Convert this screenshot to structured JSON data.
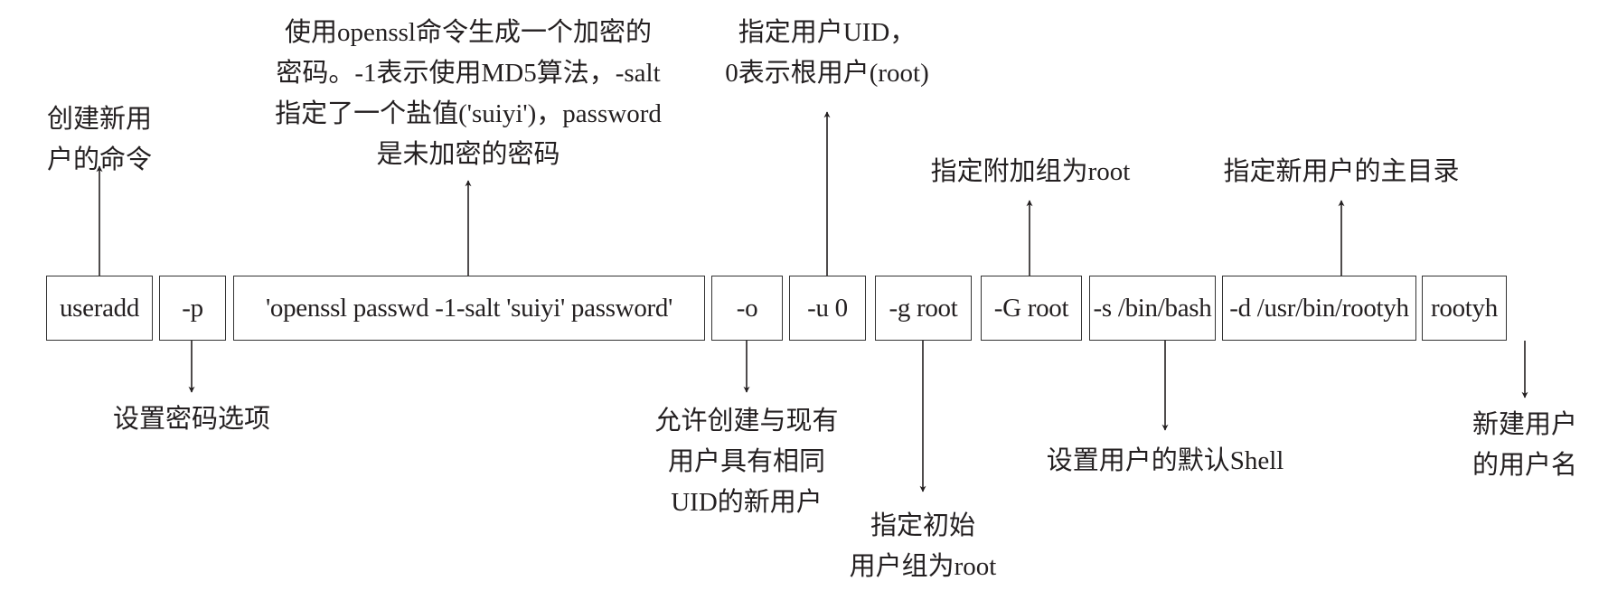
{
  "diagram": {
    "type": "command-annotation",
    "command_parts": [
      {
        "id": "useradd",
        "label": "useradd"
      },
      {
        "id": "p",
        "label": "-p"
      },
      {
        "id": "openssl",
        "label": "'openssl passwd -1-salt 'suiyi' password'"
      },
      {
        "id": "o",
        "label": "-o"
      },
      {
        "id": "u",
        "label": "-u 0"
      },
      {
        "id": "g",
        "label": "-g root"
      },
      {
        "id": "G",
        "label": "-G root"
      },
      {
        "id": "s",
        "label": "-s /bin/bash"
      },
      {
        "id": "d",
        "label": "-d /usr/bin/rootyh"
      },
      {
        "id": "name",
        "label": "rootyh"
      }
    ],
    "annotations": {
      "useradd": {
        "direction": "up",
        "lines": [
          "创建新用",
          "户的命令"
        ]
      },
      "p": {
        "direction": "down",
        "lines": [
          "设置密码选项"
        ]
      },
      "openssl": {
        "direction": "up",
        "lines": [
          "使用openssl命令生成一个加密的",
          "密码。-1表示使用MD5算法，-salt",
          "指定了一个盐值('suiyi')，password",
          "是未加密的密码"
        ]
      },
      "o": {
        "direction": "down",
        "lines": [
          "允许创建与现有",
          "用户具有相同",
          "UID的新用户"
        ]
      },
      "u": {
        "direction": "up",
        "lines": [
          "指定用户UID，",
          "0表示根用户(root)"
        ]
      },
      "g": {
        "direction": "down",
        "lines": [
          "指定初始",
          "用户组为root"
        ]
      },
      "G": {
        "direction": "up",
        "lines": [
          "指定附加组为root"
        ]
      },
      "s": {
        "direction": "down",
        "lines": [
          "设置用户的默认Shell"
        ]
      },
      "d": {
        "direction": "up",
        "lines": [
          "指定新用户的主目录"
        ]
      },
      "name": {
        "direction": "down",
        "lines": [
          "新建用户",
          "的用户名"
        ]
      }
    },
    "colors": {
      "stroke": "#231f20",
      "text": "#231f20",
      "background": "#ffffff"
    }
  }
}
